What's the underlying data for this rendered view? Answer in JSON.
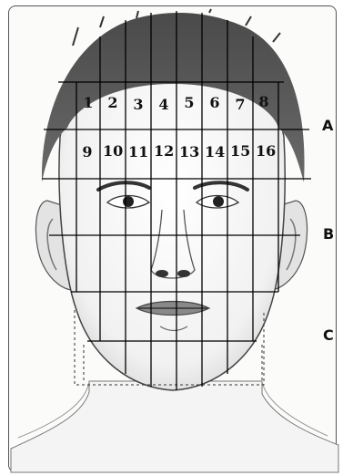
{
  "grid_numbers": {
    "row1": [
      "1",
      "2",
      "3",
      "4",
      "5",
      "6",
      "7",
      "8"
    ],
    "row2": [
      "9",
      "10",
      "11",
      "12",
      "13",
      "14",
      "15",
      "16"
    ]
  },
  "zones": [
    "A",
    "B",
    "C"
  ],
  "colors": {
    "ink": "#1a1a1a",
    "hair": "#3b3b3b",
    "skin_shade": "#cfcfcf",
    "grid": "#000000"
  }
}
